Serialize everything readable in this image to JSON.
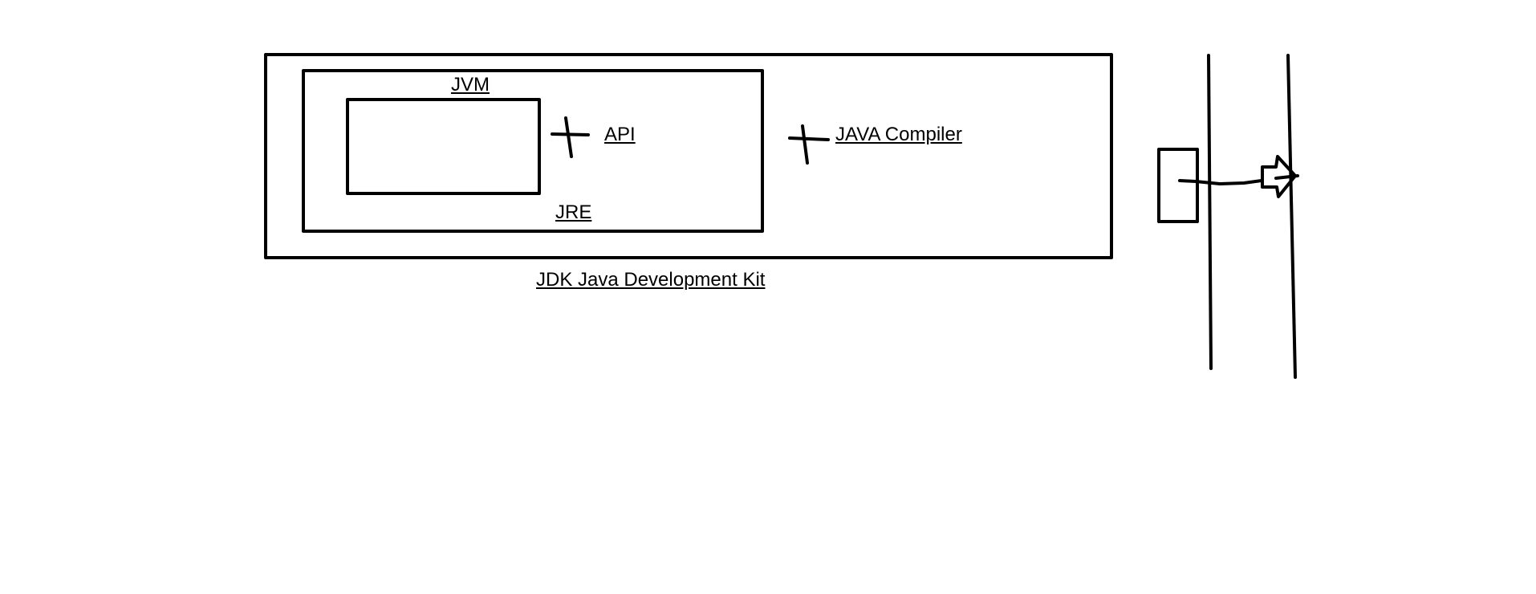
{
  "labels": {
    "jvm": "JVM",
    "api": "API",
    "jre": "JRE",
    "java_compiler": "JAVA Compiler",
    "jdk": "JDK Java Development Kit"
  },
  "colors": {
    "background": "#ffffff",
    "stroke": "#000000"
  }
}
